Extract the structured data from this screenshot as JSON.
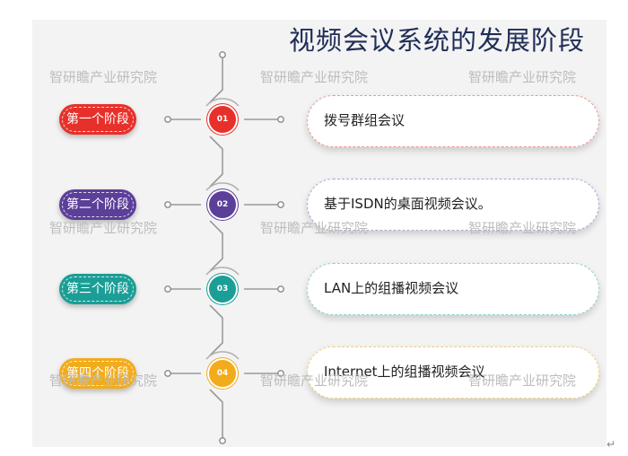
{
  "title": "视频会议系统的发展阶段",
  "watermark": "智研瞻产业研究院",
  "stages": [
    {
      "label": "第一个阶段",
      "number": "01",
      "text": "拨号群组会议",
      "color": "#e8302a"
    },
    {
      "label": "第二个阶段",
      "number": "02",
      "text": "基于ISDN的桌面视频会议。",
      "color": "#5b3f98"
    },
    {
      "label": "第三个阶段",
      "number": "03",
      "text": "LAN上的组播视频会议",
      "color": "#1a9e96"
    },
    {
      "label": "第四个阶段",
      "number": "04",
      "text": "Internet上的组播视频会议",
      "color": "#f2ac1b"
    }
  ],
  "paragraph_mark": "↵"
}
